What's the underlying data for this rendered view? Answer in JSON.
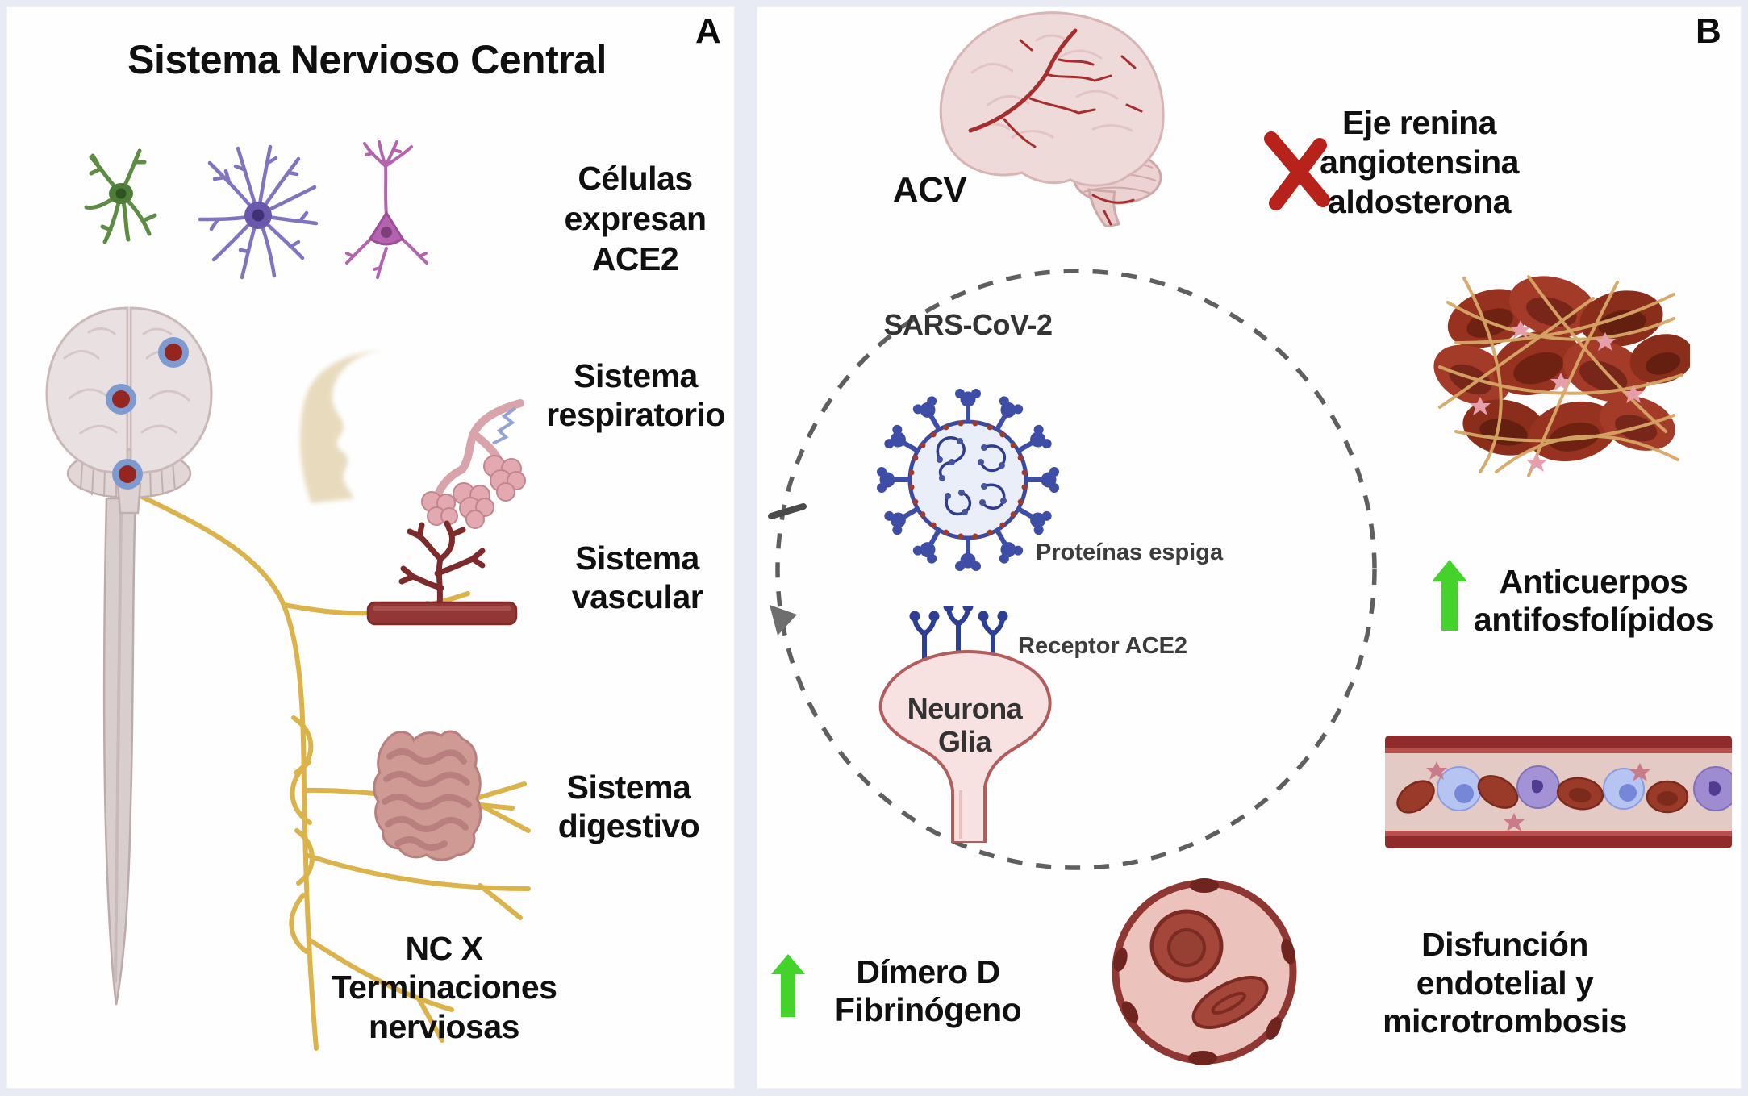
{
  "figure": {
    "description": "Two-panel biomedical diagram about SARS-CoV-2 and the central nervous system"
  },
  "colors": {
    "page_bg": "#e8ebf3",
    "panel_bg": "#fefefe",
    "text": "#101010",
    "subtext": "#3a3a3a",
    "green_arrow": "#43d32b",
    "red_x": "#b7221a",
    "nerve_yellow": "#dcb24a",
    "virus_blue": "#3e4ea6",
    "dash_gray": "#5f5f5f",
    "clot_red": "#96321f",
    "vessel_wall": "#8f2b2b"
  },
  "panel_a": {
    "marker": "A",
    "title": "Sistema Nervioso Central",
    "labels": {
      "cells": [
        "Células",
        "expresan",
        "ACE2"
      ],
      "respiratory": [
        "Sistema",
        "respiratorio"
      ],
      "vascular": [
        "Sistema",
        "vascular"
      ],
      "digestive": [
        "Sistema",
        "digestivo"
      ],
      "vagus": [
        "NC X",
        "Terminaciones",
        "nerviosas"
      ]
    }
  },
  "panel_b": {
    "marker": "B",
    "labels": {
      "acv": "ACV",
      "raas": [
        "Eje renina",
        "angiotensina",
        "aldosterona"
      ],
      "sars": "SARS-CoV-2",
      "spike": "Proteínas espiga",
      "ace2": "Receptor ACE2",
      "neuron_glia": [
        "Neurona",
        "Glia"
      ],
      "antibodies": [
        "Anticuerpos",
        "antifosfolípidos"
      ],
      "dimer": [
        "Dímero D",
        "Fibrinógeno"
      ],
      "endothelial": [
        "Disfunción",
        "endotelial y",
        "microtrombosis"
      ]
    }
  }
}
